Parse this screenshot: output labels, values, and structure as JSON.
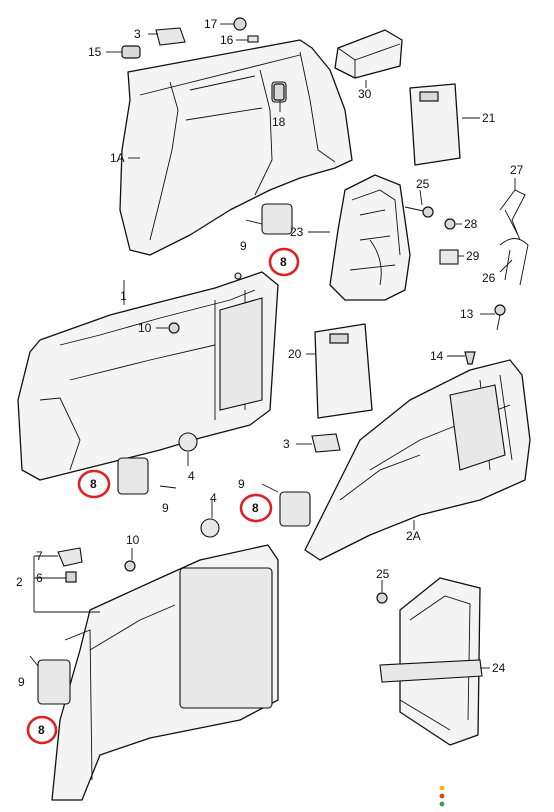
{
  "labels": {
    "l1": "1",
    "l1a": "1A",
    "l2": "2",
    "l2a": "2A",
    "l3a": "3",
    "l3b": "3",
    "l4a": "4",
    "l4b": "4",
    "l6": "6",
    "l7": "7",
    "l8a": "8",
    "l8b": "8",
    "l8c": "8",
    "l8d": "8",
    "l9a": "9",
    "l9b": "9",
    "l9c": "9",
    "l9d": "9",
    "l10a": "10",
    "l10b": "10",
    "l13": "13",
    "l14": "14",
    "l15": "15",
    "l16": "16",
    "l17": "17",
    "l18": "18",
    "l20": "20",
    "l21": "21",
    "l23": "23",
    "l24": "24",
    "l25a": "25",
    "l25b": "25",
    "l26": "26",
    "l27": "27",
    "l28": "28",
    "l29": "29",
    "l30": "30"
  },
  "highlight_color": "#e0201e",
  "footer_dots": [
    "#f2b705",
    "#e8401c",
    "#2aa84a"
  ]
}
